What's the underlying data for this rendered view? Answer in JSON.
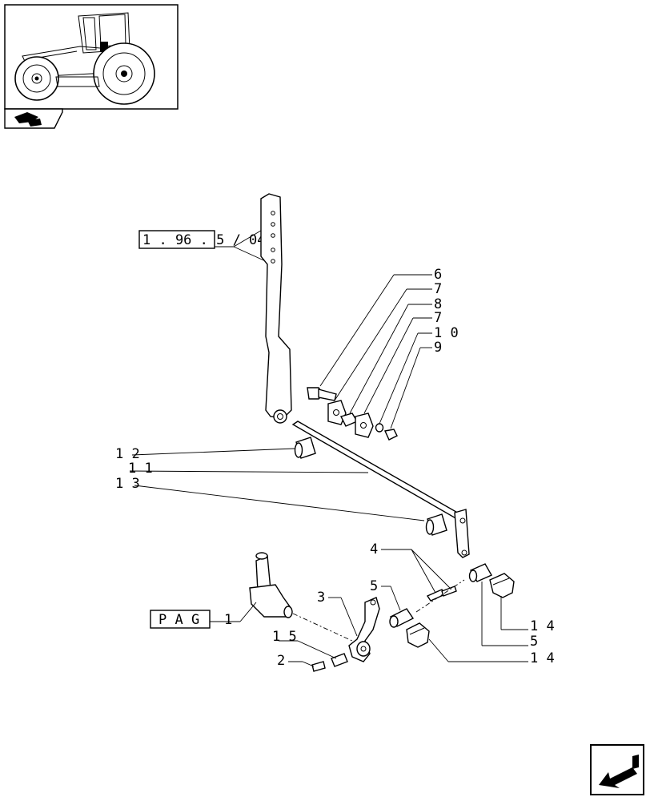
{
  "reference_boxes": {
    "top_ref": "1 . 96 . 5 / 04",
    "page_ref": "P A G"
  },
  "callouts": {
    "c1": "1",
    "c2": "2",
    "c3": "3",
    "c4": "4",
    "c5_left": "5",
    "c5_right": "5",
    "c6": "6",
    "c7_a": "7",
    "c8": "8",
    "c7_b": "7",
    "c10": "1 0",
    "c9": "9",
    "c12": "1 2",
    "c11": "1 1",
    "c13": "1 3",
    "c14_a": "1 4",
    "c14_b": "1 4",
    "c15": "1 5"
  },
  "icons": {
    "thumbnail": "tractor-thumbnail-icon",
    "nav_tab": "pointer-hand-icon",
    "nav_arrow": "prev-page-arrow-icon"
  }
}
